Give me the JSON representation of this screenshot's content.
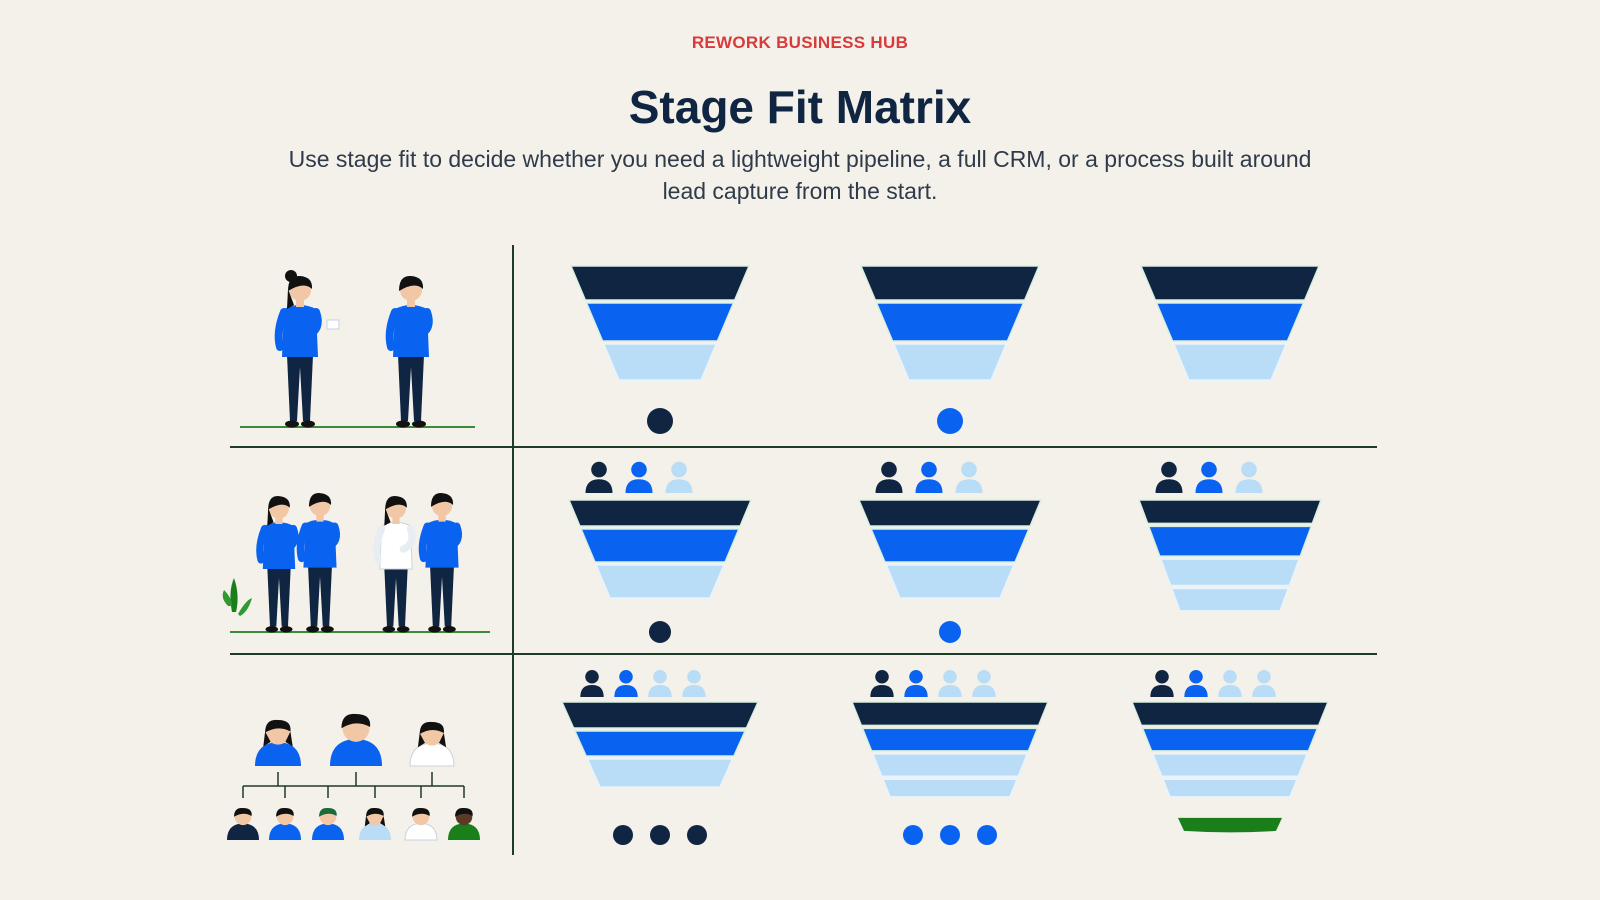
{
  "header": {
    "brand": "REWORK BUSINESS HUB",
    "title": "Stage Fit Matrix",
    "subtitle": "Use stage fit to decide whether you need a lightweight pipeline, a full CRM, or a process built around lead capture from the start."
  },
  "colors": {
    "background": "#f4f1ea",
    "navy": "#0f2542",
    "blue": "#0a63f0",
    "light_blue": "#b9dcf7",
    "green": "#1a7f1a",
    "grid_line": "#1f3b26",
    "brand_red": "#d93a3a"
  },
  "rows": [
    {
      "team": "pair",
      "cells": [
        {
          "stages": [
            "navy",
            "blue",
            "light"
          ],
          "people": [],
          "dots": [
            "navy"
          ],
          "base": "none"
        },
        {
          "stages": [
            "navy",
            "blue",
            "light"
          ],
          "people": [],
          "dots": [
            "blue"
          ],
          "base": "none"
        },
        {
          "stages": [
            "navy",
            "blue",
            "light"
          ],
          "people": [],
          "dots": [],
          "base": "none"
        }
      ]
    },
    {
      "team": "small-team",
      "cells": [
        {
          "stages": [
            "navy",
            "blue",
            "light"
          ],
          "people": [
            "navy",
            "blue",
            "light"
          ],
          "dots": [
            "navy"
          ],
          "base": "none"
        },
        {
          "stages": [
            "navy",
            "blue",
            "light"
          ],
          "people": [
            "navy",
            "blue",
            "light"
          ],
          "dots": [
            "blue"
          ],
          "base": "none"
        },
        {
          "stages": [
            "navy",
            "blue",
            "light",
            "light"
          ],
          "people": [
            "navy",
            "blue",
            "light"
          ],
          "dots": [],
          "base": "none"
        }
      ]
    },
    {
      "team": "org-chart",
      "cells": [
        {
          "stages": [
            "navy",
            "blue",
            "light"
          ],
          "people": [
            "navy",
            "blue",
            "light",
            "light"
          ],
          "dots": [
            "navy",
            "navy",
            "navy"
          ],
          "base": "none"
        },
        {
          "stages": [
            "navy",
            "blue",
            "light",
            "light"
          ],
          "people": [
            "navy",
            "blue",
            "light",
            "light"
          ],
          "dots": [
            "blue",
            "blue",
            "blue"
          ],
          "base": "none"
        },
        {
          "stages": [
            "navy",
            "blue",
            "light",
            "light"
          ],
          "people": [
            "navy",
            "blue",
            "light",
            "light"
          ],
          "dots": [],
          "base": "green"
        }
      ]
    }
  ]
}
